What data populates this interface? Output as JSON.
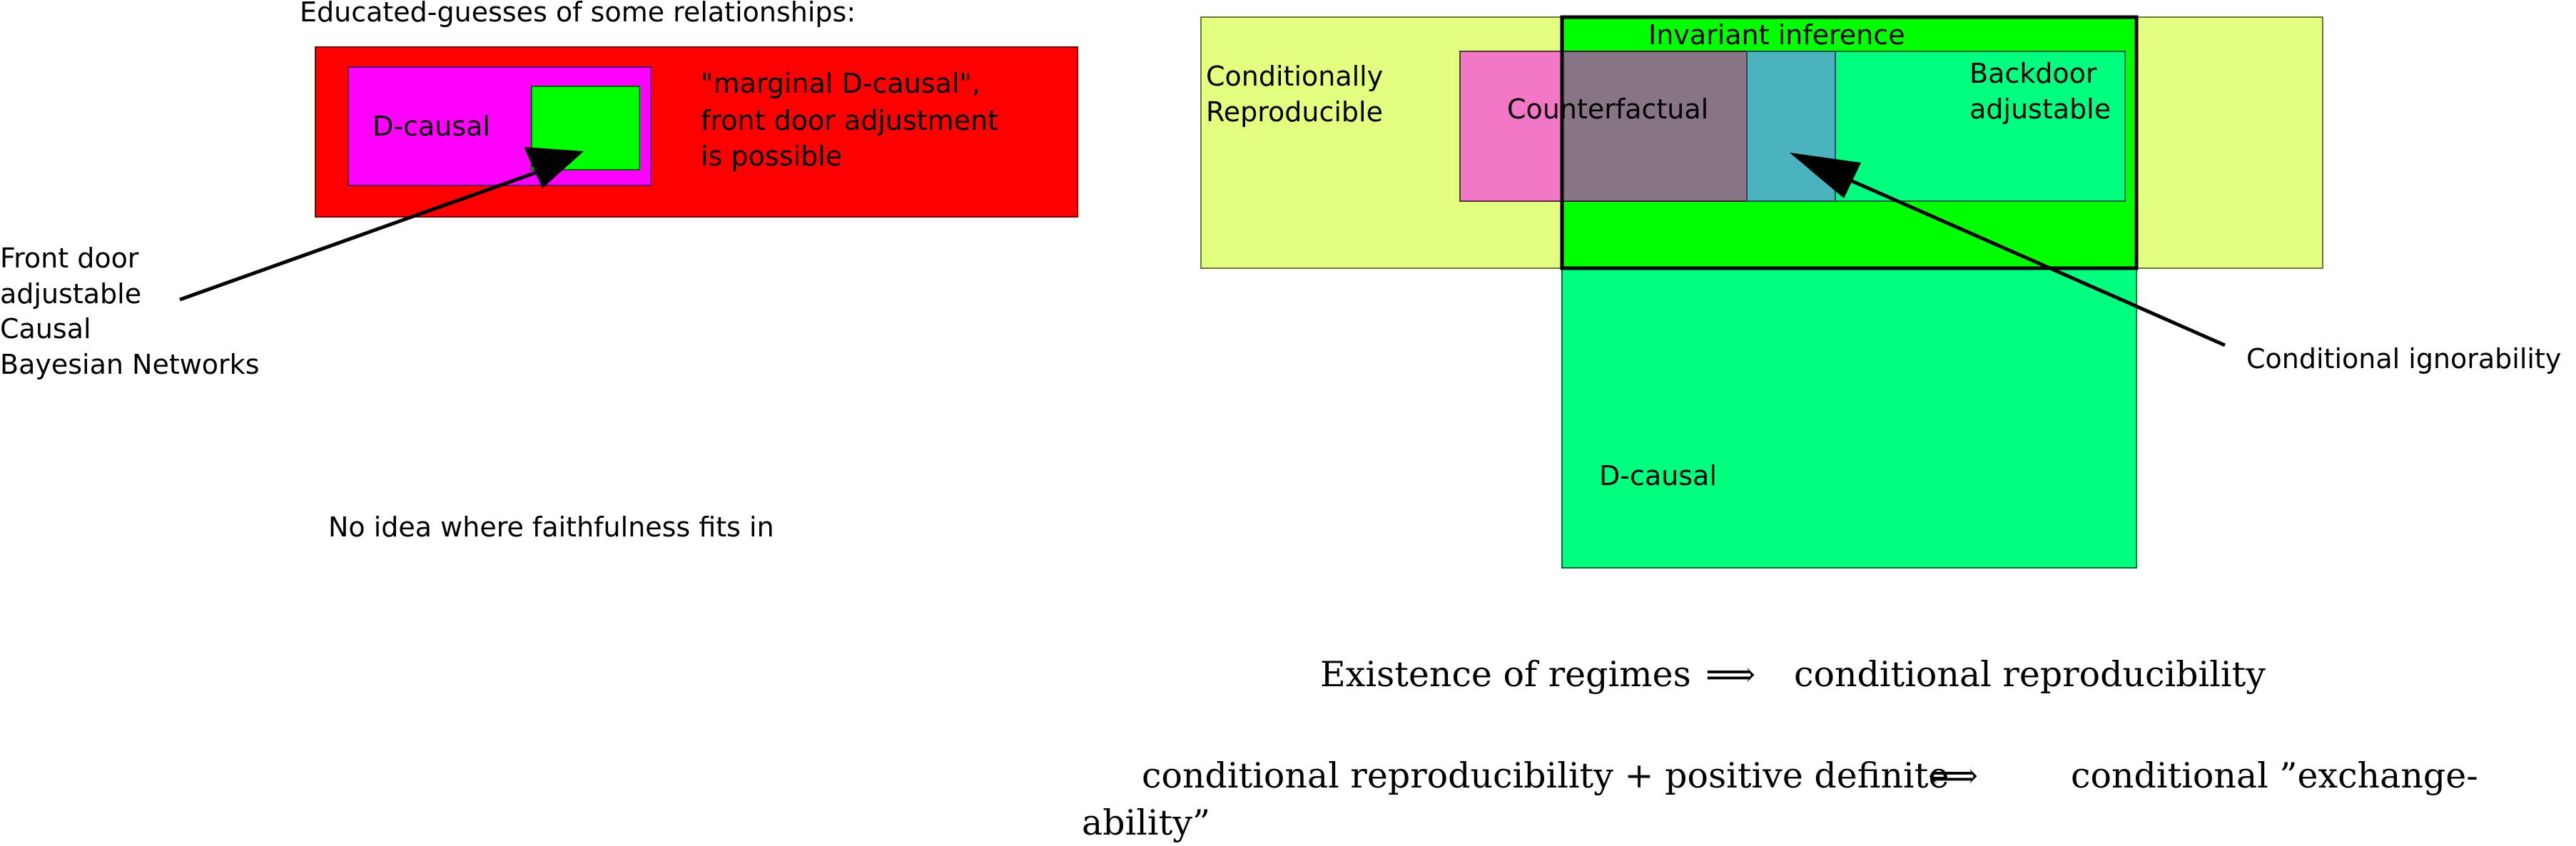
{
  "left_panel": {
    "heading": "Educated-guesses of some relationships:",
    "d_causal_label": "D-causal",
    "marginal_label": [
      "\"marginal D-causal\",",
      "front door adjustment",
      "is possible"
    ],
    "front_door_label": [
      "Front door",
      "adjustable",
      "Causal",
      "Bayesian Networks"
    ],
    "faithfulness_note": "No idea where faithfulness fits in"
  },
  "right_panel": {
    "conditionally_reproducible_label": [
      "Conditionally",
      "Reproducible"
    ],
    "invariant_inference_label": "Invariant inference",
    "counterfactual_label": "Counterfactual",
    "backdoor_label": [
      "Backdoor",
      "adjustable"
    ],
    "conditional_ignorability_label": "Conditional ignorability",
    "d_causal_label": "D-causal"
  },
  "statements": {
    "line1": {
      "lhs": "Existence of regimes",
      "op": "⟹",
      "rhs": "conditional reproducibility"
    },
    "line2": {
      "lhs": "conditional reproducibility + positive definite",
      "op": "⟺",
      "rhs": "conditional ”exchange-",
      "continuation": "ability”"
    }
  },
  "colors": {
    "red": "#ff0000",
    "magenta": "#ff00ff",
    "bright_green": "#00ff00",
    "spring_green": "#00ff7f",
    "yellow_green": "#e2ff7f",
    "pink": "#f277c6",
    "mauve": "#877585",
    "teal": "#4ab3bd"
  }
}
